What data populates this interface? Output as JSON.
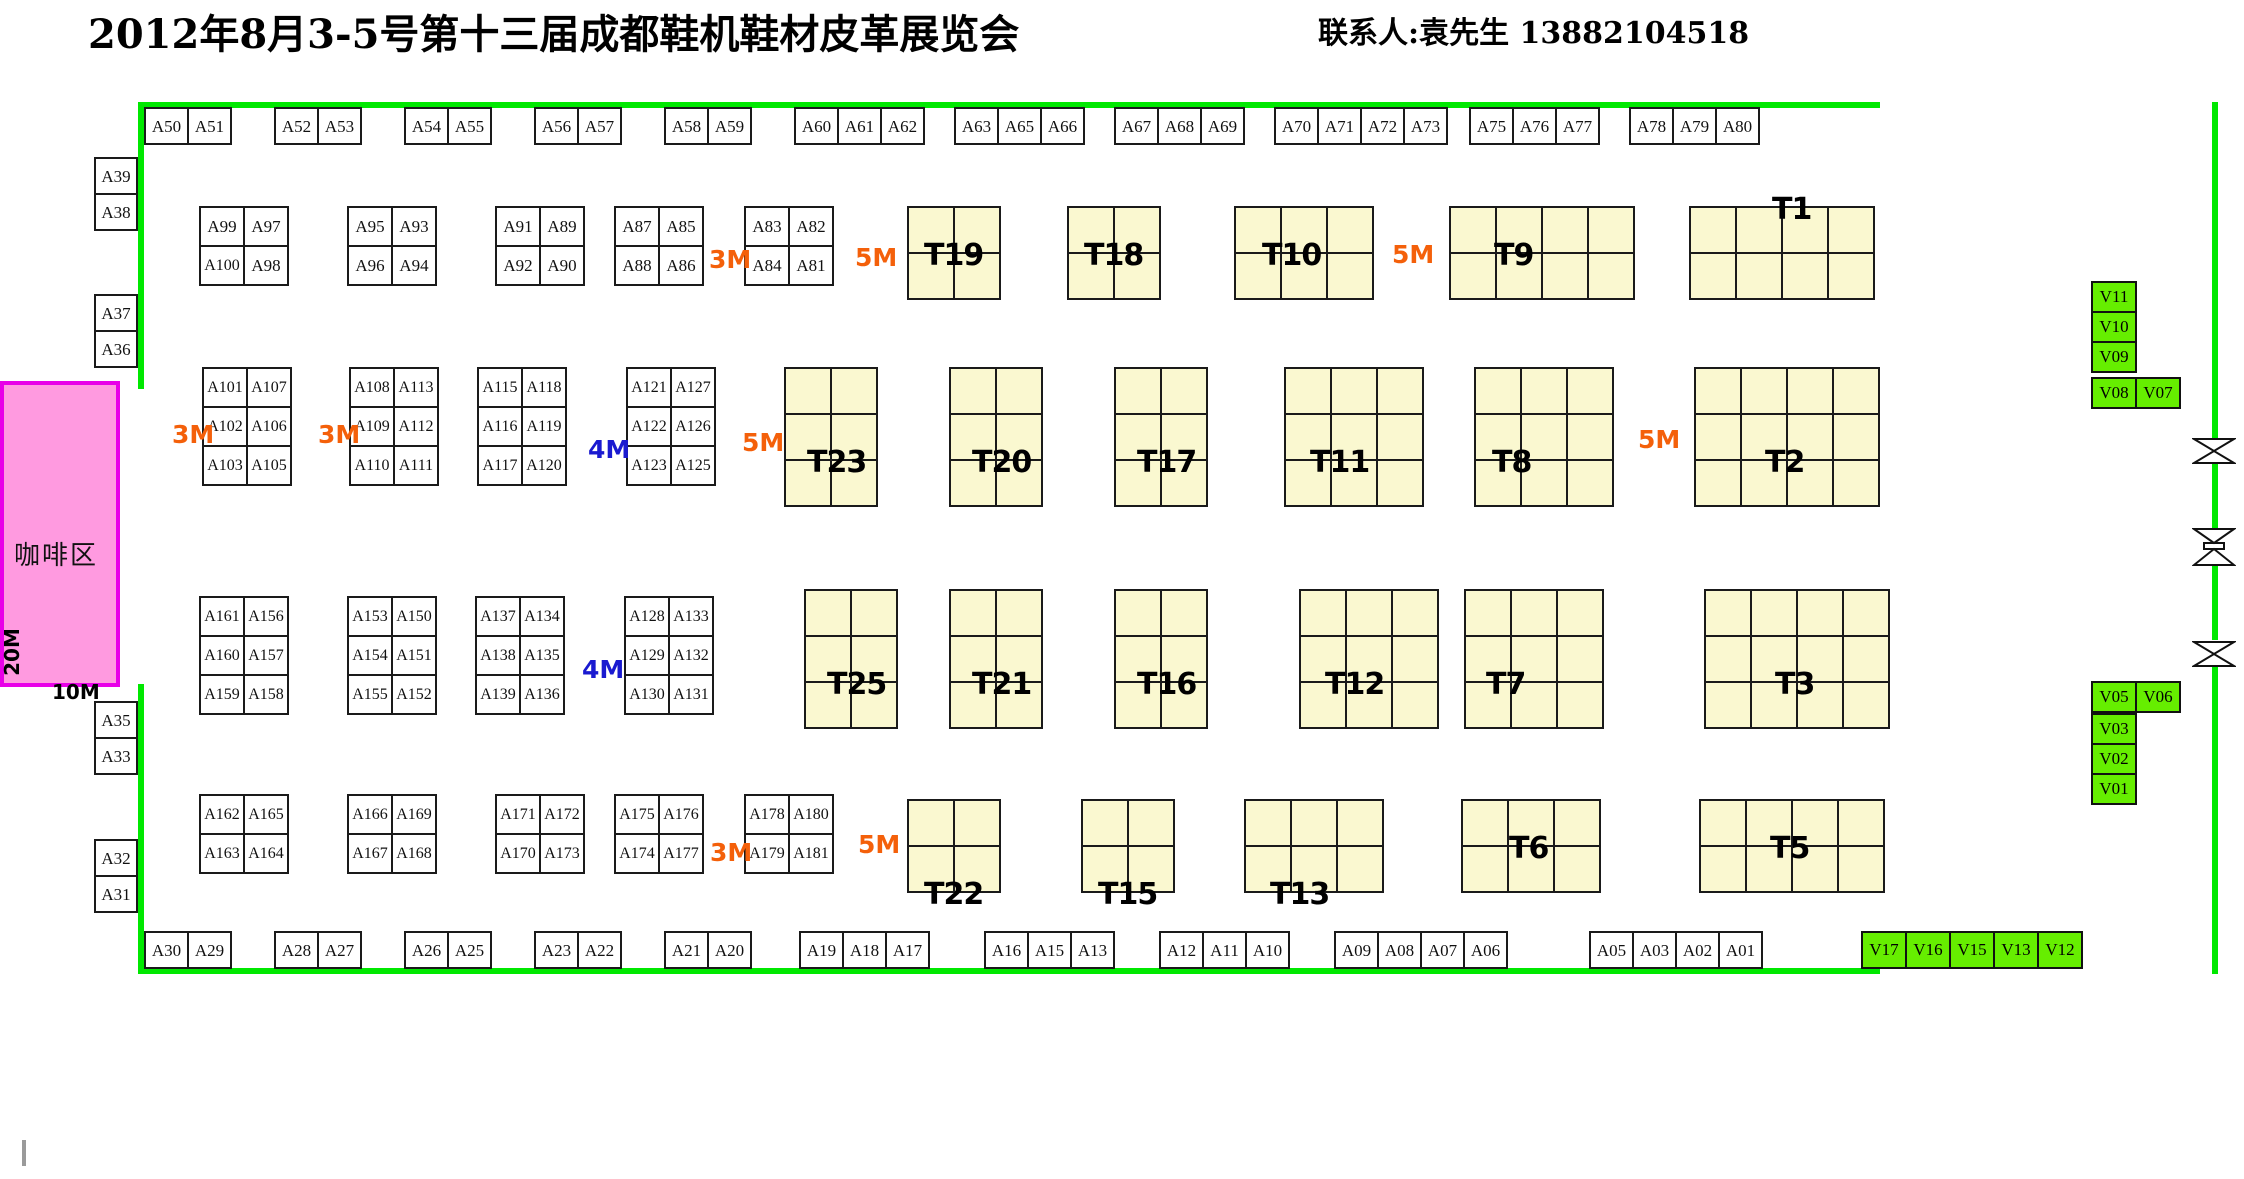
{
  "header": {
    "title": "2012年8月3-5号第十三届成都鞋机鞋材皮革展览会",
    "contact": "联系人:袁先生 13882104518"
  },
  "coffee_area": {
    "label": "咖啡区",
    "height_label": "20M",
    "width_label": "10M"
  },
  "colors": {
    "hall_boundary": "#00e800",
    "booth_a_fill": "#ffffff",
    "booth_t_fill": "#faf8d0",
    "booth_v_fill": "#66ee00",
    "coffee_fill": "#ff9ae0",
    "coffee_border": "#e800e8",
    "dim_orange": "#f4600a",
    "dim_blue": "#1a1ad0"
  },
  "top_row_groups": [
    [
      "A50",
      "A51"
    ],
    [
      "A52",
      "A53"
    ],
    [
      "A54",
      "A55"
    ],
    [
      "A56",
      "A57"
    ],
    [
      "A58",
      "A59"
    ],
    [
      "A60",
      "A61",
      "A62"
    ],
    [
      "A63",
      "A65",
      "A66"
    ],
    [
      "A67",
      "A68",
      "A69"
    ],
    [
      "A70",
      "A71",
      "A72",
      "A73"
    ],
    [
      "A75",
      "A76",
      "A77"
    ],
    [
      "A78",
      "A79",
      "A80"
    ]
  ],
  "bottom_row_groups": [
    [
      "A30",
      "A29"
    ],
    [
      "A28",
      "A27"
    ],
    [
      "A26",
      "A25"
    ],
    [
      "A23",
      "A22"
    ],
    [
      "A21",
      "A20"
    ],
    [
      "A19",
      "A18",
      "A17"
    ],
    [
      "A16",
      "A15",
      "A13"
    ],
    [
      "A12",
      "A11",
      "A10"
    ],
    [
      "A09",
      "A08",
      "A07",
      "A06"
    ],
    [
      "A05",
      "A03",
      "A02",
      "A01"
    ]
  ],
  "left_side_upper": [
    "A39",
    "A38"
  ],
  "left_side_mid": [
    "A37",
    "A36"
  ],
  "left_side_lower1": [
    "A35",
    "A33"
  ],
  "left_side_lower2": [
    "A32",
    "A31"
  ],
  "row2_a_blocks": [
    {
      "cells": [
        [
          "A99",
          "A97"
        ],
        [
          "A100",
          "A98"
        ]
      ]
    },
    {
      "cells": [
        [
          "A95",
          "A93"
        ],
        [
          "A96",
          "A94"
        ]
      ]
    },
    {
      "cells": [
        [
          "A91",
          "A89"
        ],
        [
          "A92",
          "A90"
        ]
      ]
    },
    {
      "cells": [
        [
          "A87",
          "A85"
        ],
        [
          "A88",
          "A86"
        ]
      ]
    },
    {
      "cells": [
        [
          "A83",
          "A82"
        ],
        [
          "A84",
          "A81"
        ]
      ]
    }
  ],
  "row3_a_blocks": [
    {
      "cells": [
        [
          "A101",
          "A107"
        ],
        [
          "A102",
          "A106"
        ],
        [
          "A103",
          "A105"
        ]
      ]
    },
    {
      "cells": [
        [
          "A108",
          "A113"
        ],
        [
          "A109",
          "A112"
        ],
        [
          "A110",
          "A111"
        ]
      ]
    },
    {
      "cells": [
        [
          "A115",
          "A118"
        ],
        [
          "A116",
          "A119"
        ],
        [
          "A117",
          "A120"
        ]
      ]
    },
    {
      "cells": [
        [
          "A121",
          "A127"
        ],
        [
          "A122",
          "A126"
        ],
        [
          "A123",
          "A125"
        ]
      ]
    }
  ],
  "row4_a_blocks": [
    {
      "cells": [
        [
          "A161",
          "A156"
        ],
        [
          "A160",
          "A157"
        ],
        [
          "A159",
          "A158"
        ]
      ]
    },
    {
      "cells": [
        [
          "A153",
          "A150"
        ],
        [
          "A154",
          "A151"
        ],
        [
          "A155",
          "A152"
        ]
      ]
    },
    {
      "cells": [
        [
          "A137",
          "A134"
        ],
        [
          "A138",
          "A135"
        ],
        [
          "A139",
          "A136"
        ]
      ]
    },
    {
      "cells": [
        [
          "A128",
          "A133"
        ],
        [
          "A129",
          "A132"
        ],
        [
          "A130",
          "A131"
        ]
      ]
    }
  ],
  "row5_a_blocks": [
    {
      "cells": [
        [
          "A162",
          "A165"
        ],
        [
          "A163",
          "A164"
        ]
      ]
    },
    {
      "cells": [
        [
          "A166",
          "A169"
        ],
        [
          "A167",
          "A168"
        ]
      ]
    },
    {
      "cells": [
        [
          "A171",
          "A172"
        ],
        [
          "A170",
          "A173"
        ]
      ]
    },
    {
      "cells": [
        [
          "A175",
          "A176"
        ],
        [
          "A174",
          "A177"
        ]
      ]
    },
    {
      "cells": [
        [
          "A178",
          "A180"
        ],
        [
          "A179",
          "A181"
        ]
      ]
    }
  ],
  "t_booths": [
    {
      "label": "T19",
      "cols": 2,
      "rows": 2
    },
    {
      "label": "T18",
      "cols": 2,
      "rows": 2
    },
    {
      "label": "T10",
      "cols": 3,
      "rows": 2
    },
    {
      "label": "T9",
      "cols": 4,
      "rows": 2
    },
    {
      "label": "T1",
      "cols": 4,
      "rows": 2
    },
    {
      "label": "T23",
      "cols": 2,
      "rows": 3
    },
    {
      "label": "T20",
      "cols": 2,
      "rows": 3
    },
    {
      "label": "T17",
      "cols": 2,
      "rows": 3
    },
    {
      "label": "T11",
      "cols": 3,
      "rows": 3
    },
    {
      "label": "T8",
      "cols": 3,
      "rows": 3
    },
    {
      "label": "T2",
      "cols": 4,
      "rows": 3
    },
    {
      "label": "T25",
      "cols": 2,
      "rows": 3
    },
    {
      "label": "T21",
      "cols": 2,
      "rows": 3
    },
    {
      "label": "T16",
      "cols": 2,
      "rows": 3
    },
    {
      "label": "T12",
      "cols": 3,
      "rows": 3
    },
    {
      "label": "T7",
      "cols": 3,
      "rows": 3
    },
    {
      "label": "T3",
      "cols": 4,
      "rows": 3
    },
    {
      "label": "T22",
      "cols": 2,
      "rows": 2
    },
    {
      "label": "T15",
      "cols": 2,
      "rows": 2
    },
    {
      "label": "T13",
      "cols": 3,
      "rows": 2
    },
    {
      "label": "T6",
      "cols": 3,
      "rows": 2
    },
    {
      "label": "T5",
      "cols": 4,
      "rows": 2
    }
  ],
  "v_right_upper": [
    "V11",
    "V10",
    "V09"
  ],
  "v_right_upper_pair": [
    "V08",
    "V07"
  ],
  "v_right_lower_pair": [
    "V05",
    "V06"
  ],
  "v_right_lower": [
    "V03",
    "V02",
    "V01"
  ],
  "v_bottom_row": [
    "V17",
    "V16",
    "V15",
    "V13",
    "V12"
  ],
  "dimension_marks": [
    {
      "text": "3M",
      "color": "orange"
    },
    {
      "text": "5M",
      "color": "orange"
    },
    {
      "text": "5M",
      "color": "orange"
    },
    {
      "text": "3M",
      "color": "orange"
    },
    {
      "text": "3M",
      "color": "orange"
    },
    {
      "text": "4M",
      "color": "blue"
    },
    {
      "text": "5M",
      "color": "orange"
    },
    {
      "text": "5M",
      "color": "orange"
    },
    {
      "text": "4M",
      "color": "blue"
    },
    {
      "text": "3M",
      "color": "orange"
    },
    {
      "text": "5M",
      "color": "orange"
    }
  ]
}
